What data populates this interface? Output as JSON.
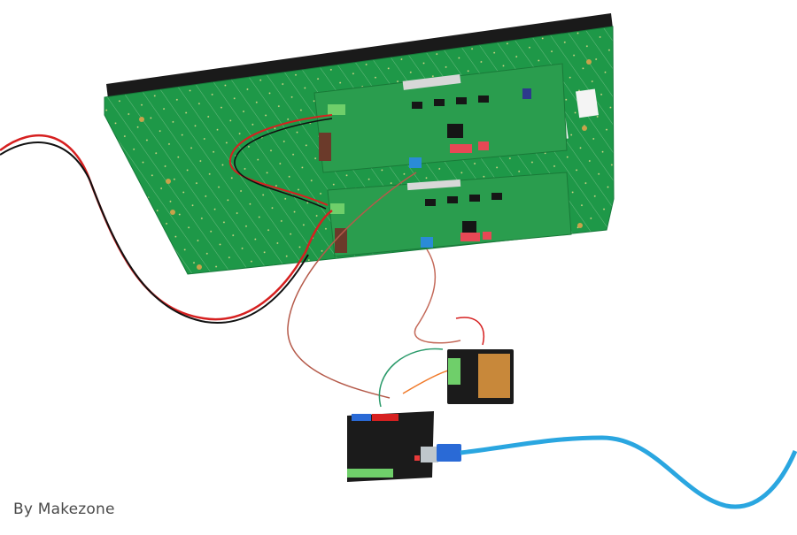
{
  "image": {
    "description": "Photo of an LED matrix display panel (green PCB back with two driver boards) wired to an Arduino-compatible board with a protoshield, connected to a USB cable",
    "caption": "By Makezone",
    "colors": {
      "background": "#ffffff",
      "pcb_green": "#1f9a4a",
      "panel_edge": "#1a1a1a",
      "arduino_black": "#1b1b1b",
      "usb_cable": "#2aa6e0",
      "wire_red": "#d62020",
      "wire_black": "#111111",
      "terminal_green": "#6fcf6a",
      "terminal_blue": "#2a8bd6",
      "dip_switch": "#e83a4a"
    },
    "objects": [
      {
        "name": "led-matrix-panel",
        "label": "LED matrix panel (rear)"
      },
      {
        "name": "driver-board-top",
        "label": "Driver board 1"
      },
      {
        "name": "driver-board-bottom",
        "label": "Driver board 2"
      },
      {
        "name": "arduino-board",
        "label": "Arduino-compatible board"
      },
      {
        "name": "protoshield",
        "label": "Protoshield"
      },
      {
        "name": "usb-cable",
        "label": "USB cable"
      },
      {
        "name": "power-wires",
        "label": "Red/black power wires"
      }
    ]
  }
}
